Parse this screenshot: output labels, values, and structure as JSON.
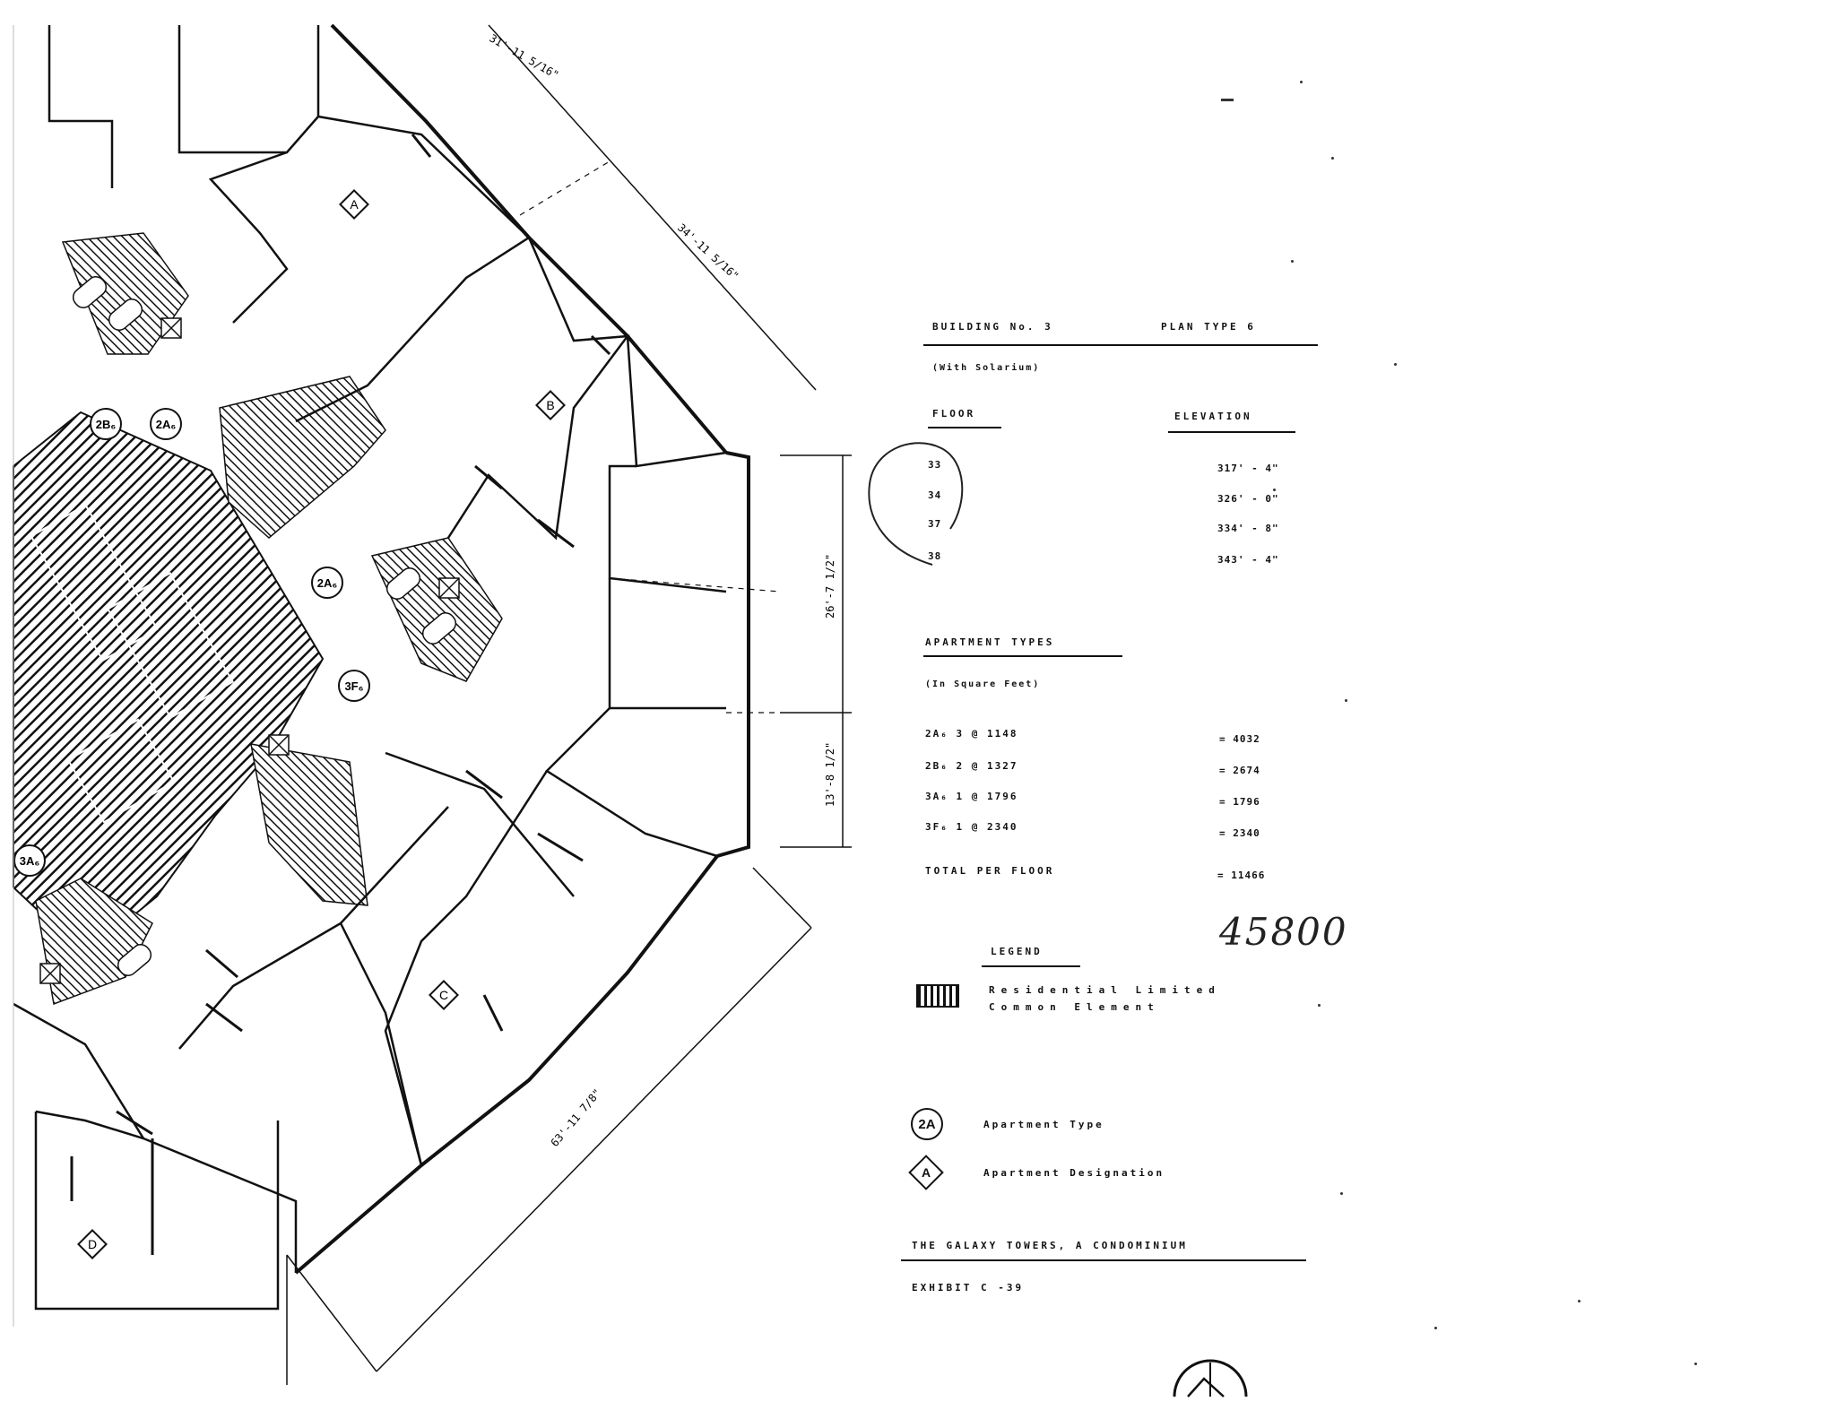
{
  "plan": {
    "apartment_designations": [
      "A",
      "B",
      "C",
      "D"
    ],
    "apartment_type_tags": [
      "2B₆",
      "2A₆",
      "2A₆",
      "3F₆",
      "3A₆"
    ],
    "dimensions": [
      "31'-11 5/16\"",
      "34'-11 5/16\"",
      "26'-7 1/2\"",
      "13'-8 1/2\"",
      "63'-11 7/8\""
    ],
    "hatch_color": "#111111"
  },
  "header": {
    "building": "BUILDING No. 3",
    "plan_type": "PLAN TYPE 6",
    "subtitle": "(With Solarium)"
  },
  "floors": {
    "col_floor": "FLOOR",
    "col_elevation": "ELEVATION",
    "rows": [
      {
        "floor": "33",
        "elevation": "317' - 4\""
      },
      {
        "floor": "34",
        "elevation": "326' - 0\""
      },
      {
        "floor": "37",
        "elevation": "334' - 8\""
      },
      {
        "floor": "38",
        "elevation": "343' - 4\""
      }
    ]
  },
  "apartment_types": {
    "title": "APARTMENT TYPES",
    "subtitle": "(In Square Feet)",
    "rows": [
      {
        "label": "2A₆ 3 @ 1148",
        "value": "= 4032"
      },
      {
        "label": "2B₆ 2 @ 1327",
        "value": "= 2674"
      },
      {
        "label": "3A₆ 1 @ 1796",
        "value": "= 1796"
      },
      {
        "label": "3F₆ 1 @ 2340",
        "value": "= 2340"
      }
    ],
    "total_label": "TOTAL PER FLOOR",
    "total_value": "= 11466"
  },
  "handwritten_total": "45800",
  "legend": {
    "title": "LEGEND",
    "rlce_line1": "Residential Limited",
    "rlce_line2": "Common Element",
    "type_symbol": "2A",
    "type_label": "Apartment Type",
    "designation_symbol": "A",
    "designation_label": "Apartment Designation"
  },
  "footer": {
    "project": "THE GALAXY TOWERS, A CONDOMINIUM",
    "exhibit": "EXHIBIT C -39"
  }
}
